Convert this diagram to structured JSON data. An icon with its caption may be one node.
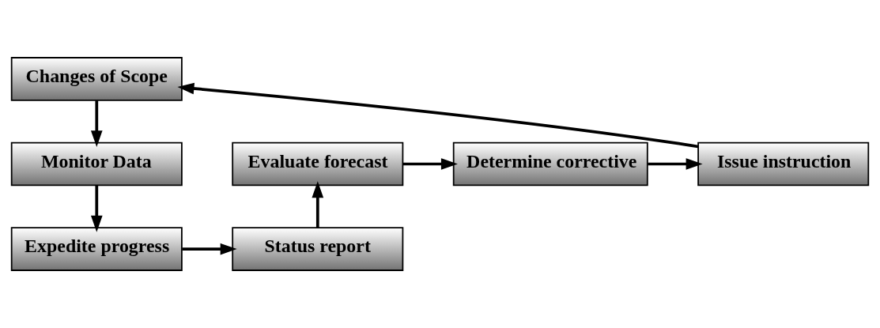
{
  "diagram": {
    "nodes": [
      {
        "text": [
          "Changes of Scope"
        ]
      },
      {
        "text": [
          "Monitor Data"
        ]
      },
      {
        "text": [
          "Expedite progress"
        ]
      },
      {
        "text": [
          "Status report"
        ]
      },
      {
        "text": [
          "Evaluate forecast"
        ]
      },
      {
        "text": [
          "Determine corrective"
        ]
      },
      {
        "text": [
          "Issue instruction"
        ]
      }
    ],
    "edges": [
      {
        "from": 0,
        "to": 1,
        "arrow": "to"
      },
      {
        "from": 1,
        "to": 2,
        "arrow": "to"
      },
      {
        "from": 2,
        "to": 3,
        "arrow": "to"
      },
      {
        "from": 3,
        "to": 4,
        "arrow": "to"
      },
      {
        "from": 4,
        "to": 5,
        "arrow": "to"
      },
      {
        "from": 5,
        "to": 6,
        "arrow": "to"
      },
      {
        "from": 6,
        "to": 0,
        "arrow": "to"
      }
    ]
  }
}
